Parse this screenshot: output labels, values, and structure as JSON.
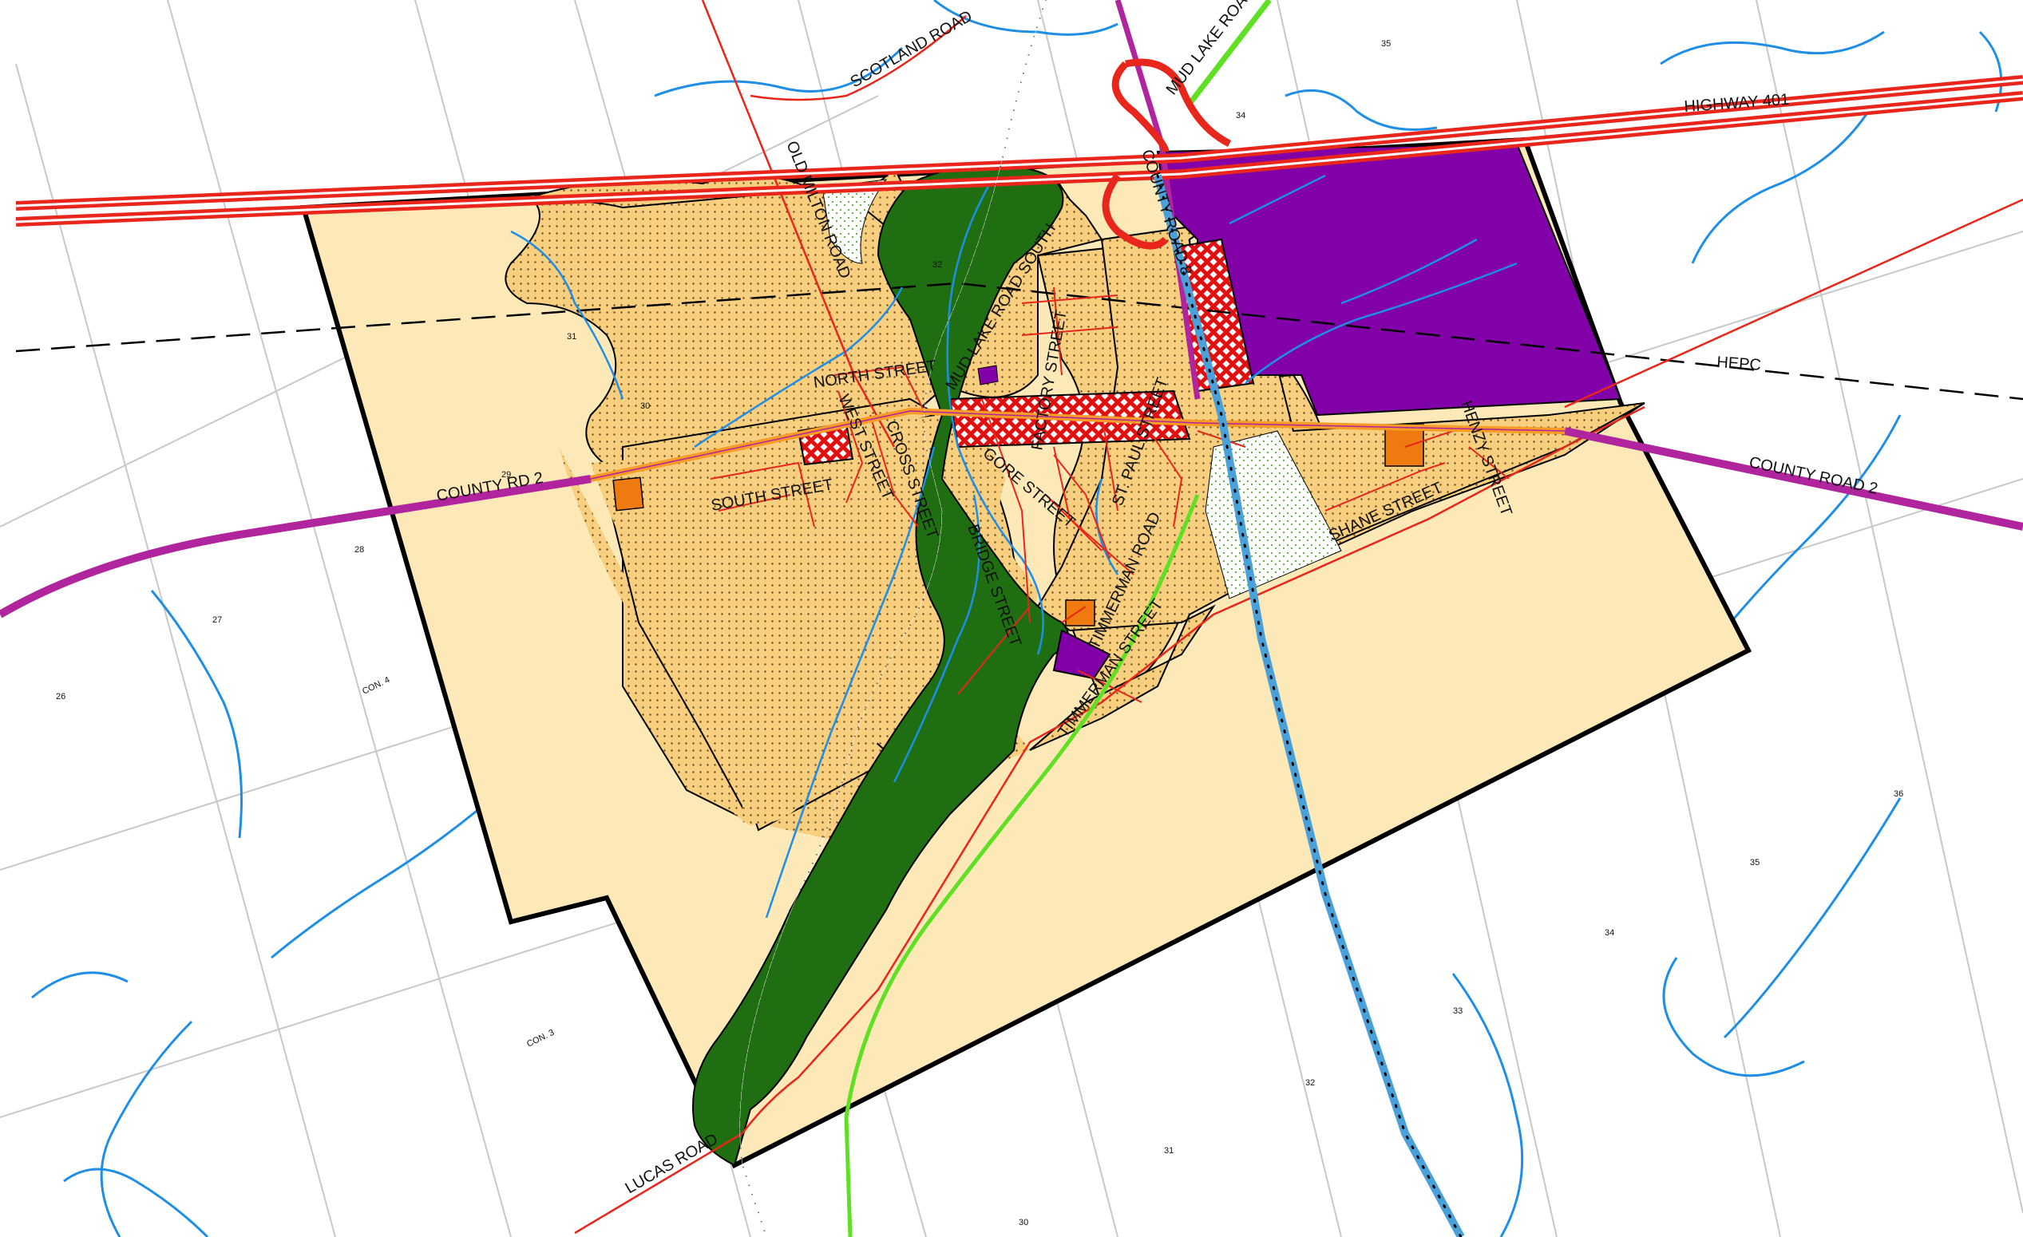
{
  "colors": {
    "background": "#ffffff",
    "lot_line": "#c8c8c8",
    "boundary": "#000000",
    "rural_fill": "#fde9b8",
    "urban_fill": "#f7cf7e",
    "urban_dots": "#6b4a22",
    "natural_green": "#1f6f12",
    "open_space_dots": "#5ea63a",
    "industrial_purple": "#8200a8",
    "commercial_red": "#e01010",
    "institutional_orange": "#ee7a10",
    "highway_red": "#e8261b",
    "county_magenta": "#b0249e",
    "county_rd_orange": "#f79a26",
    "local_road": "#e8261b",
    "watercourse": "#1e8ee6",
    "rail_blue": "#4aa0d8",
    "trail_green": "#5fe024",
    "hydro_dash": "#000000"
  },
  "road_labels": {
    "highway_401": "HIGHWAY 401",
    "scotland_road": "SCOTLAND ROAD",
    "old_milton_road": "OLD MILTON ROAD",
    "mud_lake_road": "MUD LAKE ROAD",
    "county_road_8": "COUNTY ROAD 8",
    "county_road_2_east": "COUNTY ROAD 2",
    "county_rd_2_west": "COUNTY RD 2",
    "hepc": "HEPC",
    "north_street": "NORTH STREET",
    "west_street": "WEST STREET",
    "cross_street": "CROSS STREET",
    "south_street": "SOUTH STREET",
    "mud_lake_road_south": "MUD LAKE ROAD SOUTH",
    "factory_street": "FACTORY STREET",
    "gore_street": "GORE STREET",
    "st_paul_street": "ST. PAUL STREET",
    "bridge_street": "BRIDGE STREET",
    "timmerman_road": "TIMMERMAN ROAD",
    "timmerman_street": "TIMMERMAN STREET",
    "henzy_street": "HENZY STREET",
    "shane_street": "SHANE STREET",
    "lucas_road": "LUCAS ROAD"
  },
  "lot_numbers": [
    "35",
    "34",
    "32",
    "31",
    "30",
    "29",
    "28",
    "27",
    "26",
    "36",
    "35",
    "34",
    "33",
    "32",
    "31",
    "30"
  ],
  "concessions": [
    "CON. 4",
    "CON. 3"
  ]
}
